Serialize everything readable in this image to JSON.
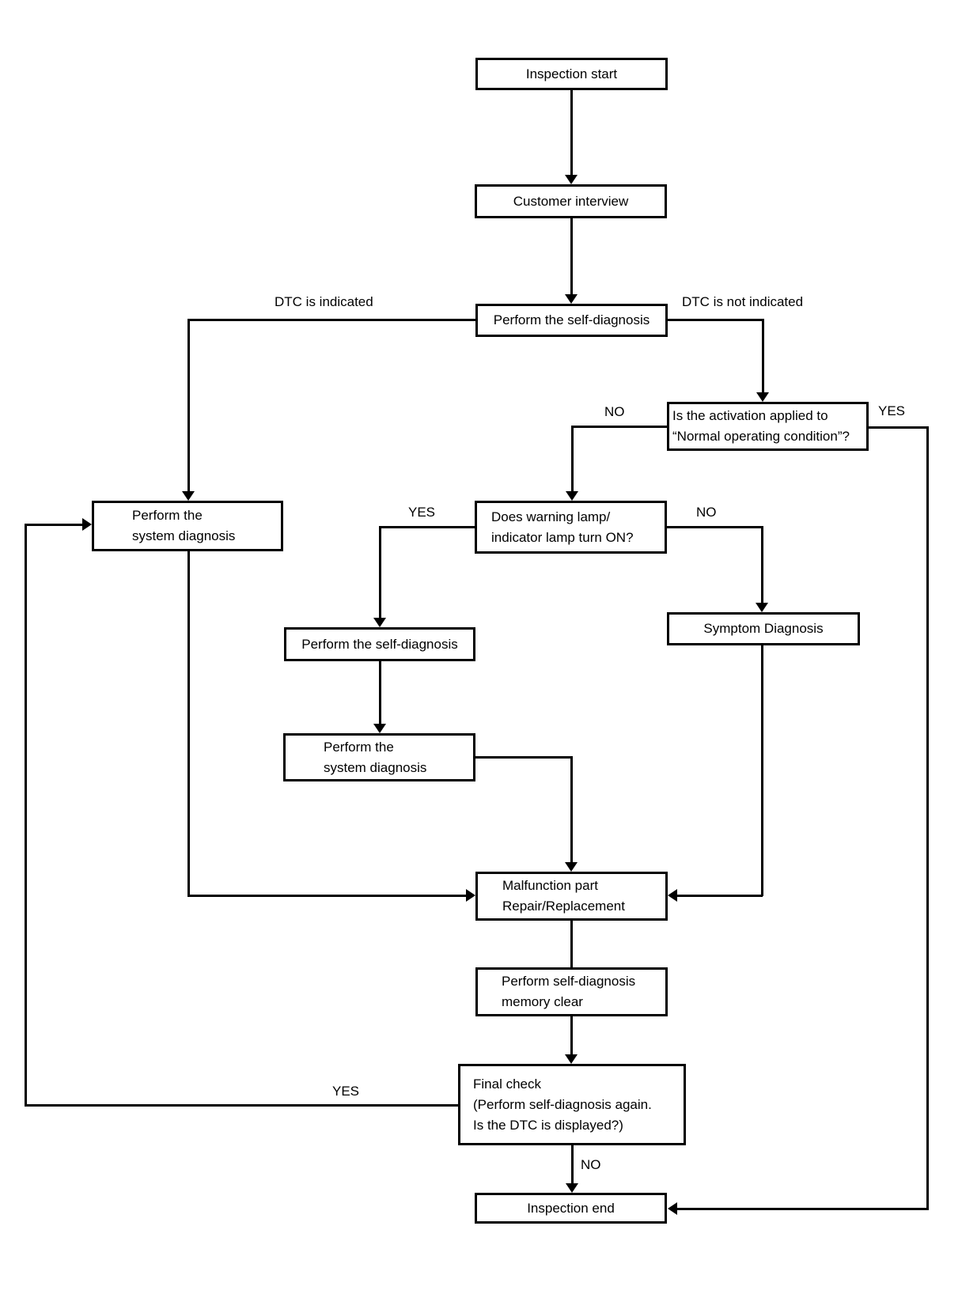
{
  "diagram": {
    "type": "flowchart",
    "background_color": "#ffffff",
    "line_color": "#000000",
    "nodes": {
      "inspection_start": {
        "label": "Inspection start"
      },
      "customer_interview": {
        "label": "Customer interview"
      },
      "self_diagnosis_1": {
        "label": "Perform the self-diagnosis"
      },
      "activation_check": {
        "label": "Is the activation applied to\n“Normal operating condition”?"
      },
      "system_diagnosis_left": {
        "label": "Perform the\nsystem diagnosis"
      },
      "warning_lamp_check": {
        "label": "Does warning lamp/\nindicator lamp turn ON?"
      },
      "symptom_diagnosis": {
        "label": "Symptom Diagnosis"
      },
      "self_diagnosis_2": {
        "label": "Perform the self-diagnosis"
      },
      "system_diagnosis_2": {
        "label": "Perform the\nsystem diagnosis"
      },
      "malfunction_repair": {
        "label": "Malfunction part\nRepair/Replacement"
      },
      "memory_clear": {
        "label": "Perform self-diagnosis\nmemory clear"
      },
      "final_check": {
        "label": "Final check\n(Perform self-diagnosis again.\nIs the DTC is displayed?)"
      },
      "inspection_end": {
        "label": "Inspection end"
      }
    },
    "edge_labels": {
      "dtc_indicated": "DTC is indicated",
      "dtc_not_indicated": "DTC is not indicated",
      "activation_no": "NO",
      "activation_yes": "YES",
      "warning_yes": "YES",
      "warning_no": "NO",
      "final_no": "NO",
      "final_yes": "YES"
    }
  }
}
